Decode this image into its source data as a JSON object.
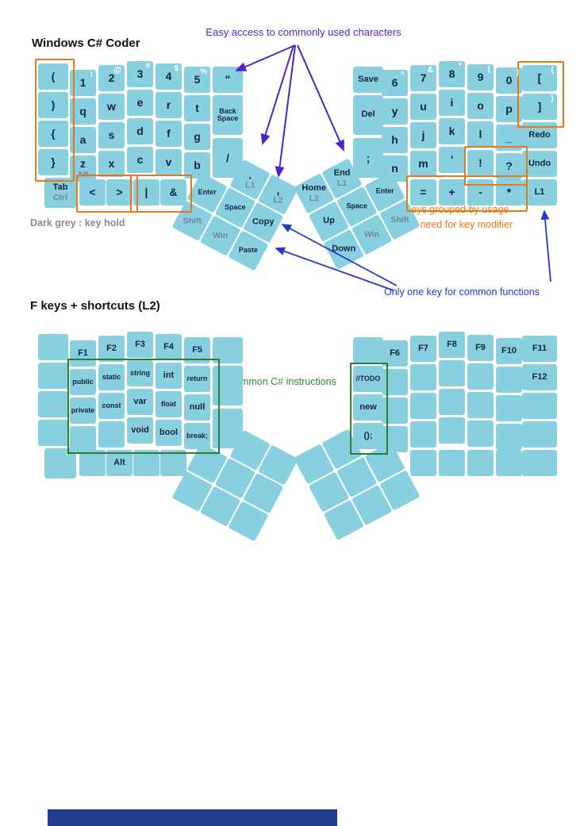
{
  "titles": {
    "layer1": "Windows C# Coder",
    "layer2": "F keys + shortcuts (L2)"
  },
  "legend": {
    "dark_grey": "Dark grey : key hold"
  },
  "annotations": {
    "easy_access": "Easy access to commonly used characters",
    "grouped_line1": "Keys grouped by usage",
    "grouped_line2": "No need for key modifier",
    "one_key": "Only one key for common functions",
    "csharp": "Common C# instructions"
  },
  "colors": {
    "key_blue": "#88d0e0",
    "key_text": "#14243c",
    "shift_label_white": "#ffffff",
    "hold_grey": "#6f8494",
    "orange": "#e87817",
    "purple": "#5a23c8",
    "blue": "#2338cc",
    "green": "#2e7d32",
    "footer_navy": "#233d8e"
  },
  "layer1": {
    "left": {
      "rows": [
        [
          {
            "t": "("
          },
          {
            "t": "1",
            "s": "!"
          },
          {
            "t": "2",
            "s": "@"
          },
          {
            "t": "3",
            "s": "#"
          },
          {
            "t": "4",
            "s": "$"
          },
          {
            "t": "5",
            "s": "%"
          },
          {
            "t": "\""
          }
        ],
        [
          {
            "t": ")"
          },
          {
            "t": "q"
          },
          {
            "t": "w"
          },
          {
            "t": "e"
          },
          {
            "t": "r"
          },
          {
            "t": "t"
          },
          {
            "t": "Back Space"
          }
        ],
        [
          {
            "t": "{"
          },
          {
            "t": "a"
          },
          {
            "t": "s"
          },
          {
            "t": "d"
          },
          {
            "t": "f"
          },
          {
            "t": "g"
          },
          {
            "t": "/"
          }
        ],
        [
          {
            "t": "}"
          },
          {
            "t": "z",
            "h": "Alt"
          },
          {
            "t": "x"
          },
          {
            "t": "c"
          },
          {
            "t": "v"
          },
          {
            "t": "b"
          },
          null
        ]
      ],
      "row5": [
        {
          "t": "Tab",
          "h": "Ctrl"
        },
        {
          "t": "<"
        },
        {
          "t": ">"
        },
        {
          "t": "|"
        },
        {
          "t": "&"
        }
      ],
      "thumb": [
        [
          null,
          {
            "t": ".",
            "h": "L1"
          },
          {
            "t": ",",
            "h": "L2"
          }
        ],
        [
          {
            "t": "Enter"
          },
          {
            "t": "Space"
          },
          {
            "t": "Copy"
          }
        ],
        [
          {
            "h": "Shift"
          },
          {
            "h": "Win"
          },
          {
            "t": "Paste"
          }
        ]
      ]
    },
    "right": {
      "rows": [
        [
          {
            "t": "Save"
          },
          {
            "t": "6",
            "s": "^"
          },
          {
            "t": "7",
            "s": "&"
          },
          {
            "t": "8",
            "s": "*"
          },
          {
            "t": "9",
            "s": "("
          },
          {
            "t": "0",
            "s": ")"
          },
          {
            "t": "[",
            "s": "{"
          }
        ],
        [
          {
            "t": "Del"
          },
          {
            "t": "y"
          },
          {
            "t": "u"
          },
          {
            "t": "i"
          },
          {
            "t": "o"
          },
          {
            "t": "p"
          },
          {
            "t": "]",
            "s": "}"
          }
        ],
        [
          {
            "t": ";"
          },
          {
            "t": "h"
          },
          {
            "t": "j"
          },
          {
            "t": "k"
          },
          {
            "t": "l"
          },
          {
            "t": "_"
          },
          {
            "t": "Redo"
          }
        ],
        [
          null,
          {
            "t": "n"
          },
          {
            "t": "m"
          },
          {
            "t": "'"
          },
          {
            "t": "!"
          },
          {
            "t": "?"
          },
          {
            "t": "Undo"
          }
        ]
      ],
      "row5": [
        {
          "t": "="
        },
        {
          "t": "+"
        },
        {
          "t": "-"
        },
        {
          "t": "*"
        },
        {
          "t": "L1"
        }
      ],
      "thumb": [
        [
          {
            "t": "Home",
            "h": "L2"
          },
          {
            "t": "End",
            "h": "L1"
          },
          null
        ],
        [
          {
            "t": "Up"
          },
          {
            "t": "Space"
          },
          {
            "t": "Enter"
          }
        ],
        [
          {
            "t": "Down"
          },
          {
            "h": "Win"
          },
          {
            "h": "Shift"
          }
        ]
      ]
    }
  },
  "layer2": {
    "left": {
      "rows": [
        [
          {
            "t": ""
          },
          {
            "t": "F1"
          },
          {
            "t": "F2"
          },
          {
            "t": "F3"
          },
          {
            "t": "F4"
          },
          {
            "t": "F5"
          },
          {
            "t": ""
          }
        ],
        [
          {
            "t": ""
          },
          {
            "t": "public"
          },
          {
            "t": "static"
          },
          {
            "t": "string"
          },
          {
            "t": "int"
          },
          {
            "t": "return"
          },
          {
            "t": ""
          }
        ],
        [
          {
            "t": ""
          },
          {
            "t": "private"
          },
          {
            "t": "const"
          },
          {
            "t": "var"
          },
          {
            "t": "float"
          },
          {
            "t": "null"
          },
          {
            "t": ""
          }
        ],
        [
          {
            "t": ""
          },
          {
            "t": ""
          },
          {
            "t": ""
          },
          {
            "t": "void"
          },
          {
            "t": "bool"
          },
          {
            "t": "break;"
          },
          null
        ]
      ],
      "row5": [
        {
          "t": ""
        },
        {
          "t": ""
        },
        {
          "t": "Alt"
        },
        {
          "t": ""
        },
        {
          "t": ""
        }
      ],
      "thumb": [
        [
          null,
          {
            "t": ""
          },
          {
            "t": ""
          }
        ],
        [
          {
            "t": ""
          },
          {
            "t": ""
          },
          {
            "t": ""
          }
        ],
        [
          {
            "t": ""
          },
          {
            "t": ""
          },
          {
            "t": ""
          }
        ]
      ]
    },
    "right": {
      "rows": [
        [
          {
            "t": ""
          },
          {
            "t": "F6"
          },
          {
            "t": "F7"
          },
          {
            "t": "F8"
          },
          {
            "t": "F9"
          },
          {
            "t": "F10"
          },
          {
            "t": "F11"
          }
        ],
        [
          {
            "t": "//TODO"
          },
          {
            "t": ""
          },
          {
            "t": ""
          },
          {
            "t": ""
          },
          {
            "t": ""
          },
          {
            "t": ""
          },
          {
            "t": "F12"
          }
        ],
        [
          {
            "t": "new"
          },
          {
            "t": ""
          },
          {
            "t": ""
          },
          {
            "t": ""
          },
          {
            "t": ""
          },
          {
            "t": ""
          },
          {
            "t": ""
          }
        ],
        [
          {
            "t": "();"
          },
          {
            "t": ""
          },
          {
            "t": ""
          },
          {
            "t": ""
          },
          {
            "t": ""
          },
          {
            "t": ""
          },
          {
            "t": ""
          }
        ]
      ],
      "row5": [
        {
          "t": ""
        },
        {
          "t": ""
        },
        {
          "t": ""
        },
        {
          "t": ""
        },
        {
          "t": ""
        }
      ],
      "thumb": [
        [
          {
            "t": ""
          },
          {
            "t": ""
          },
          null
        ],
        [
          {
            "t": ""
          },
          {
            "t": ""
          },
          {
            "t": ""
          }
        ],
        [
          {
            "t": ""
          },
          {
            "t": ""
          },
          {
            "t": ""
          }
        ]
      ]
    }
  }
}
